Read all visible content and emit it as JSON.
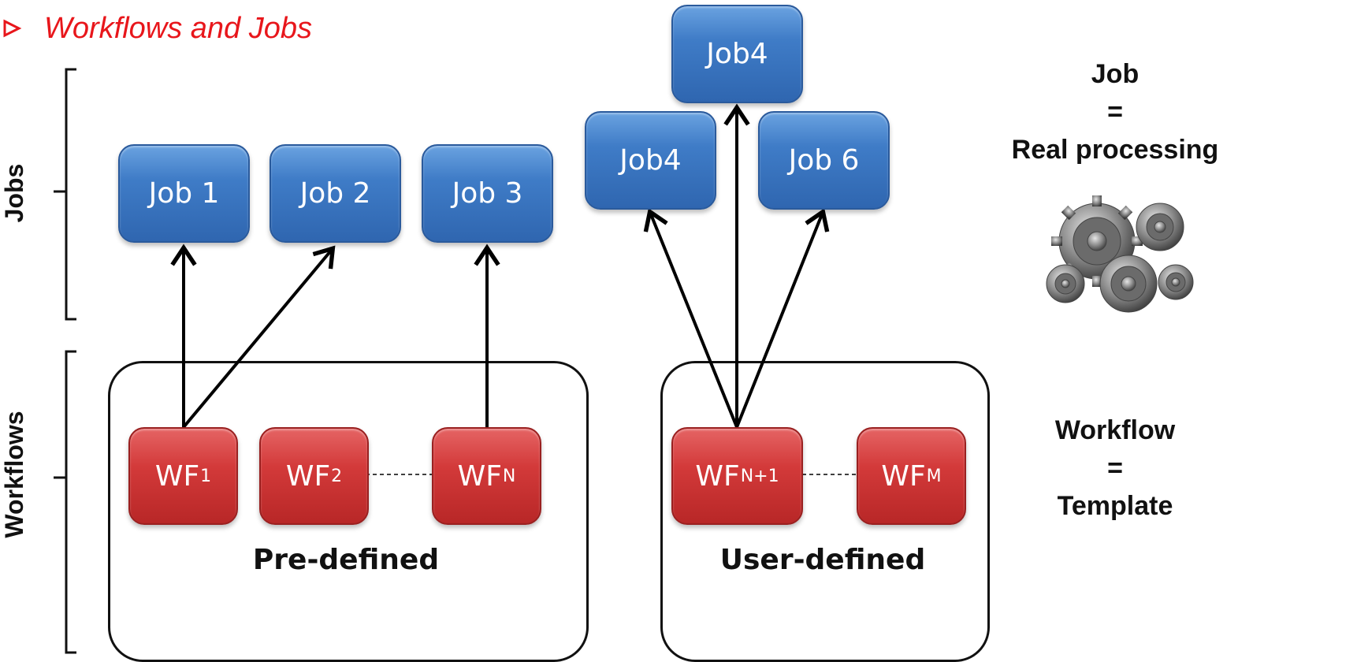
{
  "header": {
    "title": "Workflows and Jobs",
    "bullet_icon": "triangle-outline-icon"
  },
  "axis_labels": {
    "jobs": "Jobs",
    "workflows": "Workflows"
  },
  "jobs": {
    "job1": "Job 1",
    "job2": "Job 2",
    "job3": "Job 3",
    "job4_left": "Job4",
    "job4_top": "Job4",
    "job6": "Job 6"
  },
  "workflows": {
    "wf1": {
      "base": "WF",
      "sub": "1"
    },
    "wf2": {
      "base": "WF",
      "sub": "2"
    },
    "wfN": {
      "base": "WF",
      "sub": "N"
    },
    "wfN1": {
      "base": "WF",
      "sub": "N+1"
    },
    "wfM": {
      "base": "WF",
      "sub": "M"
    }
  },
  "groups": {
    "predefined": "Pre-defined",
    "userdefined": "User-defined"
  },
  "legend": {
    "job_title": "Job",
    "job_eq": "=",
    "job_desc": "Real processing",
    "wf_title": "Workflow",
    "wf_eq": "=",
    "wf_desc": "Template",
    "gears_icon": "gears-icon"
  },
  "colors": {
    "title": "#e8161b",
    "job_blue": "#3f7cc7",
    "wf_red": "#d33a3a"
  }
}
